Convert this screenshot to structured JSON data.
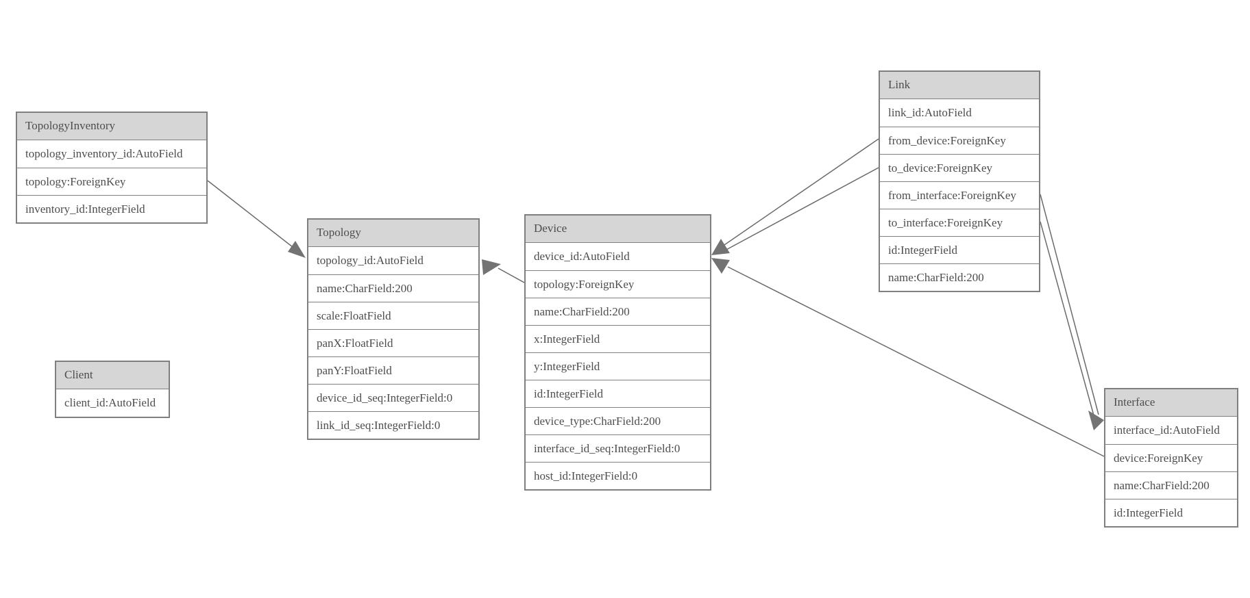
{
  "colors": {
    "background": "#ffffff",
    "table_border": "#7f7f7f",
    "header_fill": "#d6d6d6",
    "text": "#4d4d4d",
    "edge_line": "#6a6a6a",
    "arrowhead": "#737373"
  },
  "tables": [
    {
      "name": "TopologyInventory",
      "fields": [
        "topology_inventory_id:AutoField",
        "topology:ForeignKey",
        "inventory_id:IntegerField"
      ]
    },
    {
      "name": "Topology",
      "fields": [
        "topology_id:AutoField",
        "name:CharField:200",
        "scale:FloatField",
        "panX:FloatField",
        "panY:FloatField",
        "device_id_seq:IntegerField:0",
        "link_id_seq:IntegerField:0"
      ]
    },
    {
      "name": "Client",
      "fields": [
        "client_id:AutoField"
      ]
    },
    {
      "name": "Device",
      "fields": [
        "device_id:AutoField",
        "topology:ForeignKey",
        "name:CharField:200",
        "x:IntegerField",
        "y:IntegerField",
        "id:IntegerField",
        "device_type:CharField:200",
        "interface_id_seq:IntegerField:0",
        "host_id:IntegerField:0"
      ]
    },
    {
      "name": "Link",
      "fields": [
        "link_id:AutoField",
        "from_device:ForeignKey",
        "to_device:ForeignKey",
        "from_interface:ForeignKey",
        "to_interface:ForeignKey",
        "id:IntegerField",
        "name:CharField:200"
      ]
    },
    {
      "name": "Interface",
      "fields": [
        "interface_id:AutoField",
        "device:ForeignKey",
        "name:CharField:200",
        "id:IntegerField"
      ]
    }
  ],
  "relationships": [
    {
      "from_table": "TopologyInventory",
      "from_field": "topology",
      "to_table": "Topology"
    },
    {
      "from_table": "Device",
      "from_field": "topology",
      "to_table": "Topology"
    },
    {
      "from_table": "Link",
      "from_field": "from_device",
      "to_table": "Device"
    },
    {
      "from_table": "Link",
      "from_field": "to_device",
      "to_table": "Device"
    },
    {
      "from_table": "Interface",
      "from_field": "device",
      "to_table": "Device"
    },
    {
      "from_table": "Link",
      "from_field": "from_interface",
      "to_table": "Interface"
    },
    {
      "from_table": "Link",
      "from_field": "to_interface",
      "to_table": "Interface"
    }
  ]
}
